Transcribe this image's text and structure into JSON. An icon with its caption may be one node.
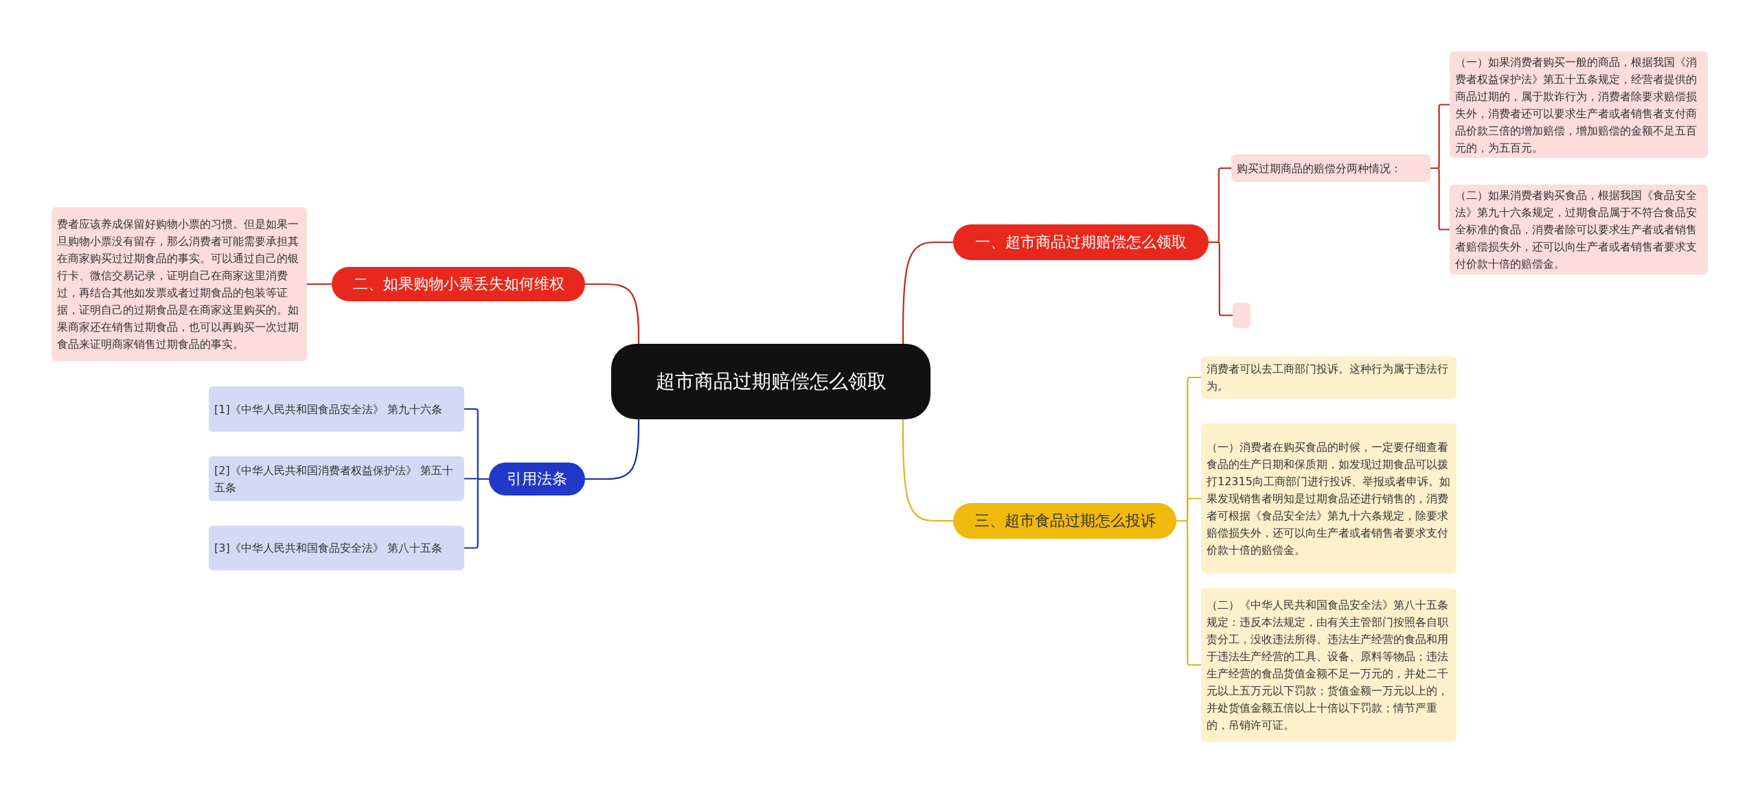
{
  "diagram": {
    "nodes": [
      {
        "text": [
          "超市商品过期赔偿怎么领取"
        ]
      },
      {
        "text": [
          "一、超市商品过期赔偿怎么领取"
        ]
      },
      {
        "text": [
          "购买过期商品的赔偿分两种情况："
        ]
      },
      {
        "text": [
          "（一）如果消费者购买一般的商品，根据我国《消费者权益保护法》第五十五条规定，经营者提供的商品过期的，属于欺诈行为，消费者除要求赔偿损失外，消费者还可以要求生产者或者销售者支付商品价款三倍的增加赔偿，增加赔偿的金额不足五百元的，为五百元。"
        ]
      },
      {
        "text": [
          "（二）如果消费者购买食品，根据我国《食品安全法》第九十六条规定，过期食品属于不符合食品安全标准的食品，消费者除可以要求生产者或者销售者赔偿损失外，还可以向生产者或者销售者要求支付价款十倍的赔偿金。"
        ]
      },
      {
        "text": [],
        "shape": "box"
      },
      {
        "text": [
          "二、如果购物小票丢失如何维权"
        ]
      },
      {
        "text": [
          "费者应该养成保留好购物小票的习惯。但是如果一旦购物小票没有留存，那么消费者可能需要承担其在商家购买过过期食品的事实。可以通过自己的银行卡、微信交易记录，证明自己在商家这里消费过，再结合其他如发票或者过期食品的包装等证据，证明自己的过期食品是在商家这里购买的。如果商家还在销售过期食品，也可以再购买一次过期食品来证明商家销售过期食品的事实。"
        ]
      },
      {
        "text": [
          "引用法条"
        ]
      },
      {
        "text": [
          "[1]《中华人民共和国食品安全法》 第九十六条"
        ]
      },
      {
        "text": [
          "[2]《中华人民共和国消费者权益保护法》 第五十五条"
        ]
      },
      {
        "text": [
          "[3]《中华人民共和国食品安全法》 第八十五条"
        ]
      },
      {
        "text": [
          "三、超市食品过期怎么投诉"
        ]
      },
      {
        "text": [
          "消费者可以去工商部门投诉。这种行为属于违法行为。"
        ]
      },
      {
        "text": [
          "（一）消费者在购买食品的时候，一定要仔细查看食品的生产日期和保质期，如发现过期食品可以拨打12315向工商部门进行投诉、举报或者申诉。如果发现销售者明知是过期食品还进行销售的，消费者可根据《食品安全法》第九十六条规定，除要求赔偿损失外，还可以向生产者或者销售者要求支付价款十倍的赔偿金。"
        ]
      },
      {
        "text": [
          "（二）《中华人民共和国食品安全法》第八十五条规定：违反本法规定，由有关主管部门按照各自职责分工，没收违法所得、违法生产经营的食品和用于违法生产经营的工具、设备、原料等物品；违法生产经营的食品货值金额不足一万元的，并处二千元以上五万元以下罚款；货值金额一万元以上的，并处货值金额五倍以上十倍以下罚款；情节严重的，吊销许可证。"
        ]
      }
    ],
    "edges": [
      {
        "from": 0,
        "to": 1,
        "arrow": "none"
      },
      {
        "from": 1,
        "to": 2,
        "arrow": "none"
      },
      {
        "from": 2,
        "to": 3,
        "arrow": "none"
      },
      {
        "from": 2,
        "to": 4,
        "arrow": "none"
      },
      {
        "from": 1,
        "to": 5,
        "arrow": "none"
      },
      {
        "from": 0,
        "to": 6,
        "arrow": "none"
      },
      {
        "from": 6,
        "to": 7,
        "arrow": "none"
      },
      {
        "from": 0,
        "to": 8,
        "arrow": "none",
        "color": "#1a2fa0"
      },
      {
        "from": 8,
        "to": 9,
        "arrow": "none",
        "color": "#1a2fa0"
      },
      {
        "from": 8,
        "to": 10,
        "arrow": "none",
        "color": "#1a2fa0"
      },
      {
        "from": 8,
        "to": 11,
        "arrow": "none",
        "color": "#1a2fa0"
      },
      {
        "from": 0,
        "to": 12,
        "arrow": "none",
        "color": "#e0b21a"
      },
      {
        "from": 12,
        "to": 13,
        "arrow": "none",
        "color": "#e0b21a"
      },
      {
        "from": 12,
        "to": 14,
        "arrow": "none",
        "color": "#e0b21a"
      },
      {
        "from": 12,
        "to": 15,
        "arrow": "none",
        "color": "#e0b21a"
      }
    ]
  }
}
